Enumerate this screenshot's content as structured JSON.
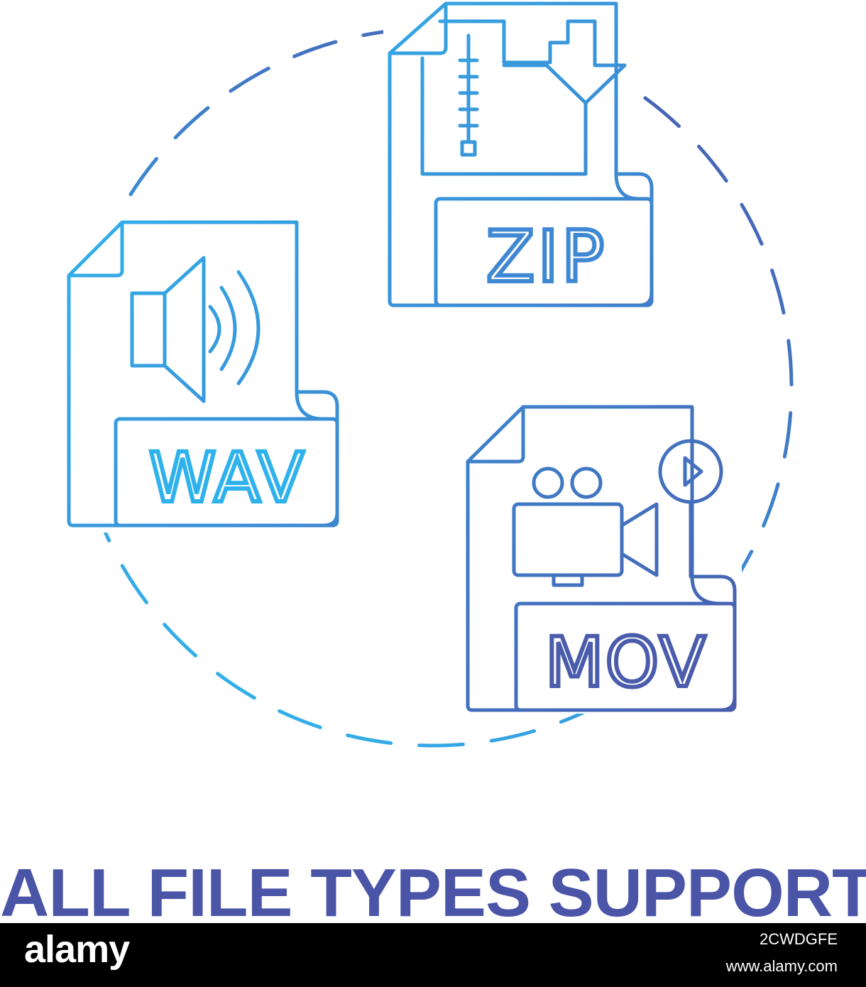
{
  "caption": {
    "text": "ALL FILE TYPES SUPPORT"
  },
  "files": {
    "wav": {
      "label": "WAV",
      "icon": "speaker-icon"
    },
    "zip": {
      "label": "ZIP",
      "icon": "zipper-download-icon"
    },
    "mov": {
      "label": "MOV",
      "icon": "video-camera-play-icon"
    }
  },
  "footer": {
    "brand": "alamy",
    "image_id": "2CWDGFE",
    "site": "www.alamy.com"
  },
  "colors": {
    "gradient_start": "#2ec4f3",
    "gradient_end": "#4b5aa8",
    "caption": "#4b55a8",
    "background": "#ffffff",
    "footer_bg": "#000000"
  }
}
